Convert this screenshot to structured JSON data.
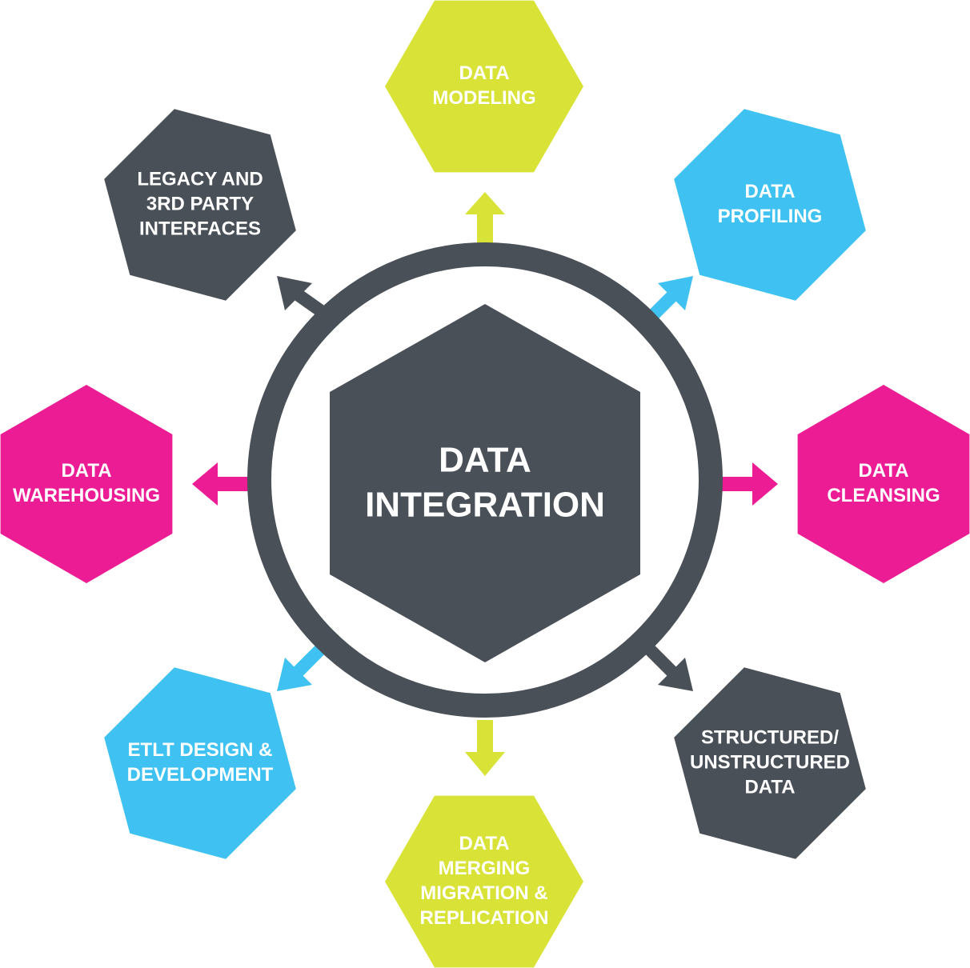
{
  "colors": {
    "dark": "#495057",
    "lime": "#d9e236",
    "cyan": "#3fc2f2",
    "magenta": "#ec1c95",
    "white": "#ffffff"
  },
  "center": {
    "lines": [
      "DATA",
      "INTEGRATION"
    ]
  },
  "nodes": [
    {
      "id": "data-modeling",
      "lines": [
        "DATA",
        "MODELING"
      ],
      "color": "lime"
    },
    {
      "id": "data-profiling",
      "lines": [
        "DATA",
        "PROFILING"
      ],
      "color": "cyan"
    },
    {
      "id": "data-cleansing",
      "lines": [
        "DATA",
        "CLEANSING"
      ],
      "color": "magenta"
    },
    {
      "id": "structured-unstructured-data",
      "lines": [
        "STRUCTURED/",
        "UNSTRUCTURED",
        "DATA"
      ],
      "color": "dark"
    },
    {
      "id": "data-merging-migration-replication",
      "lines": [
        "DATA",
        "MERGING",
        "MIGRATION &",
        "REPLICATION"
      ],
      "color": "lime"
    },
    {
      "id": "etlt-design-development",
      "lines": [
        "ETLT DESIGN &",
        "DEVELOPMENT"
      ],
      "color": "cyan"
    },
    {
      "id": "data-warehousing",
      "lines": [
        "DATA",
        "WAREHOUSING"
      ],
      "color": "magenta"
    },
    {
      "id": "legacy-3rd-party-interfaces",
      "lines": [
        "LEGACY AND",
        "3RD PARTY",
        "INTERFACES"
      ],
      "color": "dark"
    }
  ]
}
